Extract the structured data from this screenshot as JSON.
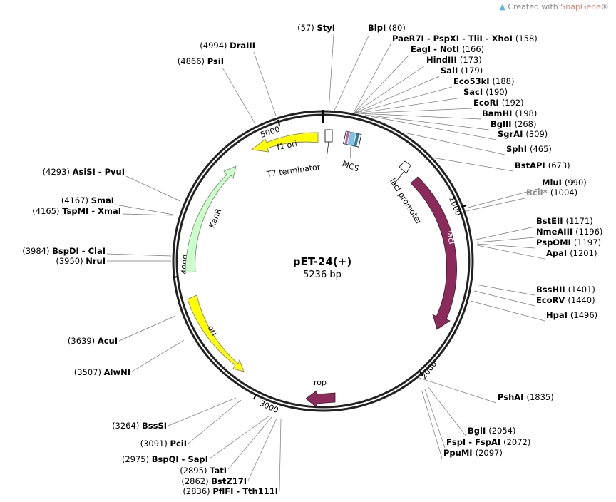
{
  "watermark": {
    "prefix": "Created with ",
    "brand": "SnapGene",
    "suffix": "®"
  },
  "plasmid": {
    "name": "pET-24(+)",
    "size": "5236 bp",
    "length": 5236
  },
  "ticks": [
    {
      "label": "1000",
      "bp": 1000
    },
    {
      "label": "2000",
      "bp": 2000
    },
    {
      "label": "3000",
      "bp": 3000
    },
    {
      "label": "4000",
      "bp": 4000
    },
    {
      "label": "5000",
      "bp": 5000
    }
  ],
  "features": [
    {
      "name": "lacI",
      "color": "#8b2a5b",
      "text_color": "#ffffff"
    },
    {
      "name": "rop",
      "color": "#8b2a5b",
      "text_color": "#000000"
    },
    {
      "name": "ori",
      "color": "#ffff00",
      "text_color": "#000000"
    },
    {
      "name": "KanR",
      "color": "#ccffcc",
      "text_color": "#000000"
    },
    {
      "name": "f1 ori",
      "color": "#ffff00",
      "text_color": "#000000"
    },
    {
      "name": "T7 terminator",
      "color": "#ffffff",
      "text_color": "#000000"
    },
    {
      "name": "MCS",
      "color": "#ffffff",
      "text_color": "#000000"
    },
    {
      "name": "lacI promoter",
      "color": "#ffffff",
      "text_color": "#000000"
    }
  ],
  "sites": [
    {
      "pos": "(57)",
      "name": "StyI"
    },
    {
      "pos": "(80)",
      "name": "BlpI"
    },
    {
      "pos": "(158)",
      "name": "PaeR7I - PspXI - TliI - XhoI"
    },
    {
      "pos": "(166)",
      "name": "EagI - NotI"
    },
    {
      "pos": "(173)",
      "name": "HindIII"
    },
    {
      "pos": "(179)",
      "name": "SalI"
    },
    {
      "pos": "(188)",
      "name": "Eco53kI"
    },
    {
      "pos": "(190)",
      "name": "SacI"
    },
    {
      "pos": "(192)",
      "name": "EcoRI"
    },
    {
      "pos": "(198)",
      "name": "BamHI"
    },
    {
      "pos": "(268)",
      "name": "BglII"
    },
    {
      "pos": "(309)",
      "name": "SgrAI"
    },
    {
      "pos": "(465)",
      "name": "SphI"
    },
    {
      "pos": "(673)",
      "name": "BstAPI"
    },
    {
      "pos": "(990)",
      "name": "MluI"
    },
    {
      "pos": "(1004)",
      "name": "BclI*",
      "gray": true
    },
    {
      "pos": "(1171)",
      "name": "BstEII"
    },
    {
      "pos": "(1196)",
      "name": "NmeAIII"
    },
    {
      "pos": "(1197)",
      "name": "PspOMI"
    },
    {
      "pos": "(1201)",
      "name": "ApaI"
    },
    {
      "pos": "(1401)",
      "name": "BssHII"
    },
    {
      "pos": "(1440)",
      "name": "EcoRV"
    },
    {
      "pos": "(1496)",
      "name": "HpaI"
    },
    {
      "pos": "(1835)",
      "name": "PshAI"
    },
    {
      "pos": "(2054)",
      "name": "BglI"
    },
    {
      "pos": "(2072)",
      "name": "FspI - FspAI"
    },
    {
      "pos": "(2097)",
      "name": "PpuMI"
    },
    {
      "pos": "(4994)",
      "name": "DraIII"
    },
    {
      "pos": "(4866)",
      "name": "PsiI"
    },
    {
      "pos": "(4293)",
      "name": "AsiSI - PvuI"
    },
    {
      "pos": "(4167)",
      "name": "SmaI"
    },
    {
      "pos": "(4165)",
      "name": "TspMI - XmaI"
    },
    {
      "pos": "(3984)",
      "name": "BspDI - ClaI"
    },
    {
      "pos": "(3950)",
      "name": "NruI"
    },
    {
      "pos": "(3639)",
      "name": "AcuI"
    },
    {
      "pos": "(3507)",
      "name": "AlwNI"
    },
    {
      "pos": "(3264)",
      "name": "BssSI"
    },
    {
      "pos": "(3091)",
      "name": "PciI"
    },
    {
      "pos": "(2975)",
      "name": "BspQI - SapI"
    },
    {
      "pos": "(2895)",
      "name": "TatI"
    },
    {
      "pos": "(2862)",
      "name": "BstZ17I"
    },
    {
      "pos": "(2836)",
      "name": "PflFI - Tth111I"
    }
  ]
}
